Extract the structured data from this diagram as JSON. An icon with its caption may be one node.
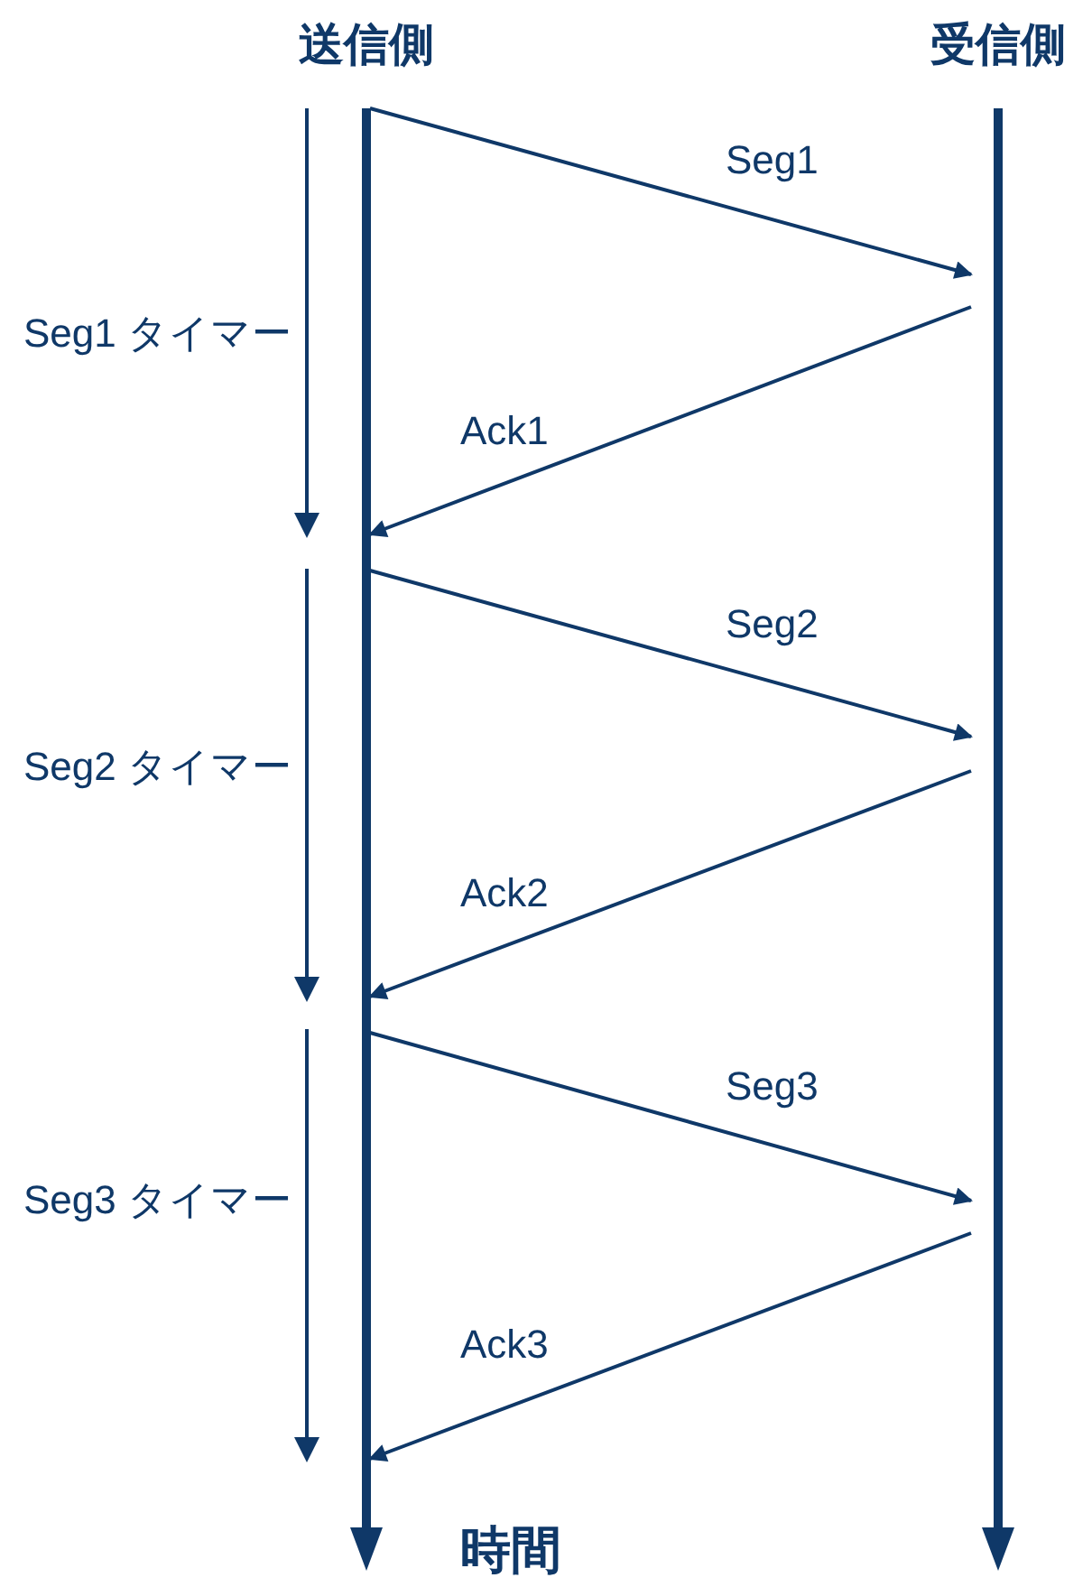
{
  "diagram": {
    "nodes": [
      {
        "text": [
          "送信側"
        ]
      },
      {
        "text": [
          "受信側"
        ]
      }
    ],
    "edges": [
      {
        "from": 0,
        "to": 1,
        "arrow": "to",
        "label": "Seg1"
      },
      {
        "from": 1,
        "to": 0,
        "arrow": "to",
        "label": "Ack1"
      },
      {
        "from": 0,
        "to": 1,
        "arrow": "to",
        "label": "Seg2"
      },
      {
        "from": 1,
        "to": 0,
        "arrow": "to",
        "label": "Ack2"
      },
      {
        "from": 0,
        "to": 1,
        "arrow": "to",
        "label": "Seg3"
      },
      {
        "from": 1,
        "to": 0,
        "arrow": "to",
        "label": "Ack3"
      }
    ],
    "labels": [
      "Seg1 タイマー",
      "Seg2 タイマー",
      "Seg3 タイマー",
      "時間"
    ]
  }
}
